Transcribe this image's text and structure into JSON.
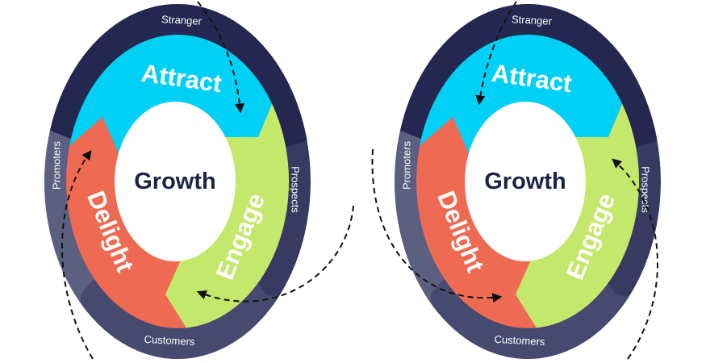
{
  "colors": {
    "ring_top": "#24274f",
    "ring_right": "#373a61",
    "ring_bottom": "#464a6f",
    "ring_left": "#5b5f80",
    "attract": "#00d0f5",
    "engage": "#c3e86b",
    "delight": "#ee6a53",
    "center": "#ffffff",
    "center_text": "#1f2247",
    "arrow": "#111111"
  },
  "diagrams": [
    {
      "center_label": "Growth",
      "stages": {
        "attract": "Attract",
        "engage": "Engage",
        "delight": "Delight"
      },
      "ring": {
        "top": "Stranger",
        "right": "Prospects",
        "bottom": "Customers",
        "left": "Promoters"
      }
    },
    {
      "center_label": "Growth",
      "stages": {
        "attract": "Attract",
        "engage": "Engage",
        "delight": "Delight"
      },
      "ring": {
        "top": "Stranger",
        "right": "Prospects",
        "bottom": "Customers",
        "left": "Promoters"
      }
    }
  ]
}
